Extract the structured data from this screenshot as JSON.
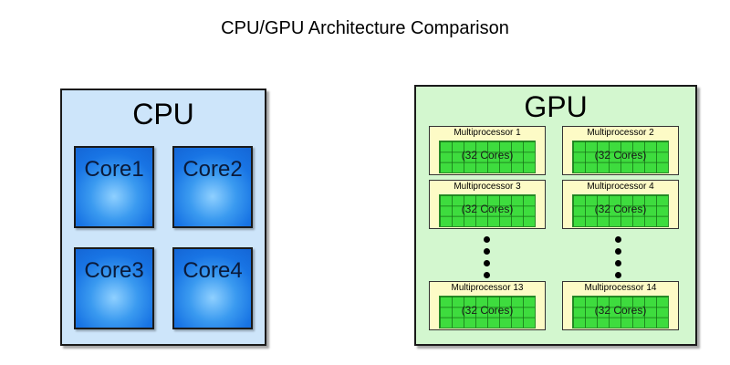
{
  "title": "CPU/GPU Architecture Comparison",
  "cpu": {
    "label": "CPU",
    "cores": [
      "Core1",
      "Core2",
      "Core3",
      "Core4"
    ]
  },
  "gpu": {
    "label": "GPU",
    "multiprocessors": [
      {
        "name": "Multiprocessor 1",
        "cores": "(32 Cores)"
      },
      {
        "name": "Multiprocessor 2",
        "cores": "(32 Cores)"
      },
      {
        "name": "Multiprocessor 3",
        "cores": "(32 Cores)"
      },
      {
        "name": "Multiprocessor 4",
        "cores": "(32 Cores)"
      },
      {
        "name": "Multiprocessor 13",
        "cores": "(32 Cores)"
      },
      {
        "name": "Multiprocessor 14",
        "cores": "(32 Cores)"
      }
    ]
  },
  "colors": {
    "cpu_background": "#cde5fa",
    "core_fill": "#1874e4",
    "gpu_background": "#d3f7cf",
    "multiprocessor_background": "#fdfbc6",
    "gpu_core_fill": "#3edc3e"
  }
}
